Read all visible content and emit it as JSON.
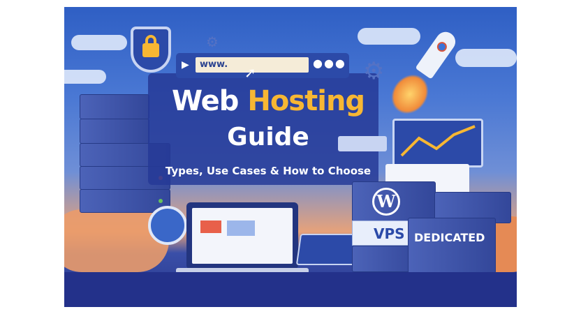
{
  "title": {
    "part1": "Web",
    "part2": "Hosting",
    "line2": "Guide"
  },
  "subtitle": "Types, Use Cases & How to Choose",
  "url_bar": {
    "text": "www.",
    "icons": [
      "play-icon",
      "cursor-icon",
      "more-dots-icon"
    ]
  },
  "server_labels": {
    "vps": "VPS",
    "dedicated": "DEDICATED"
  },
  "colors": {
    "accent": "#f7b733",
    "primary": "#2c4aa8",
    "background_top": "#2f5fc4"
  },
  "icons": [
    "lock-shield-icon",
    "rocket-icon",
    "gear-icon",
    "globe-icon",
    "laptop-icon",
    "wordpress-icon",
    "chart-arrow-icon",
    "server-rack-icon"
  ]
}
